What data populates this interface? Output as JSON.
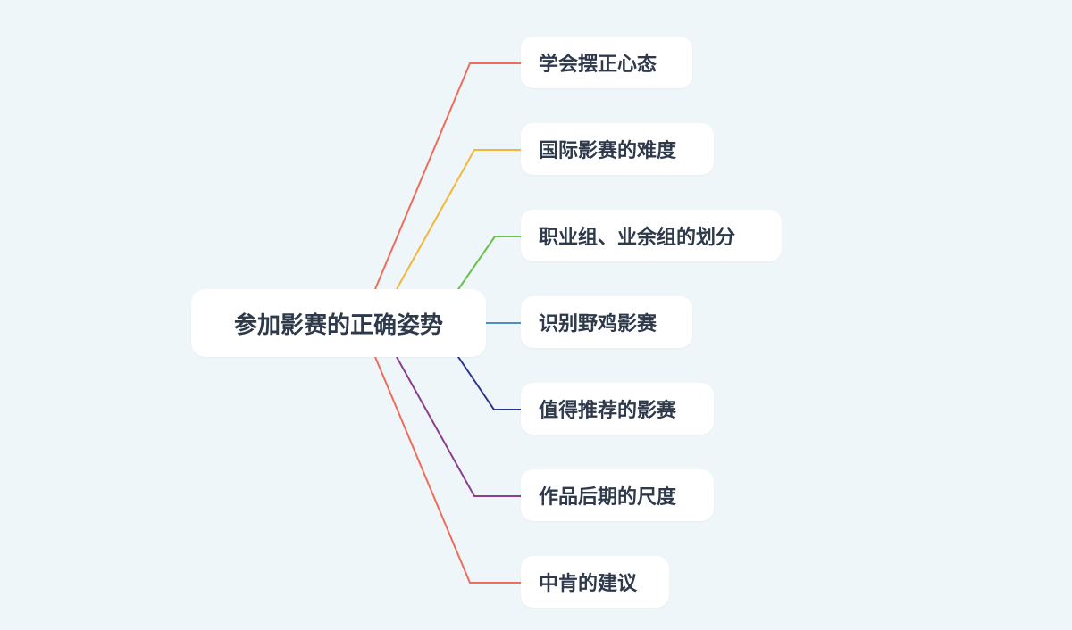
{
  "mindmap": {
    "root": {
      "label": "参加影赛的正确姿势"
    },
    "children": [
      {
        "label": "学会摆正心态",
        "color": "#ef6b5a"
      },
      {
        "label": "国际影赛的难度",
        "color": "#f4b63a"
      },
      {
        "label": "职业组、业余组的划分",
        "color": "#6cc04a"
      },
      {
        "label": "识别野鸡影赛",
        "color": "#4f8fc9"
      },
      {
        "label": "值得推荐的影赛",
        "color": "#2b3590"
      },
      {
        "label": "作品后期的尺度",
        "color": "#8a3e8c"
      },
      {
        "label": "中肯的建议",
        "color": "#ef6b5a"
      }
    ]
  }
}
